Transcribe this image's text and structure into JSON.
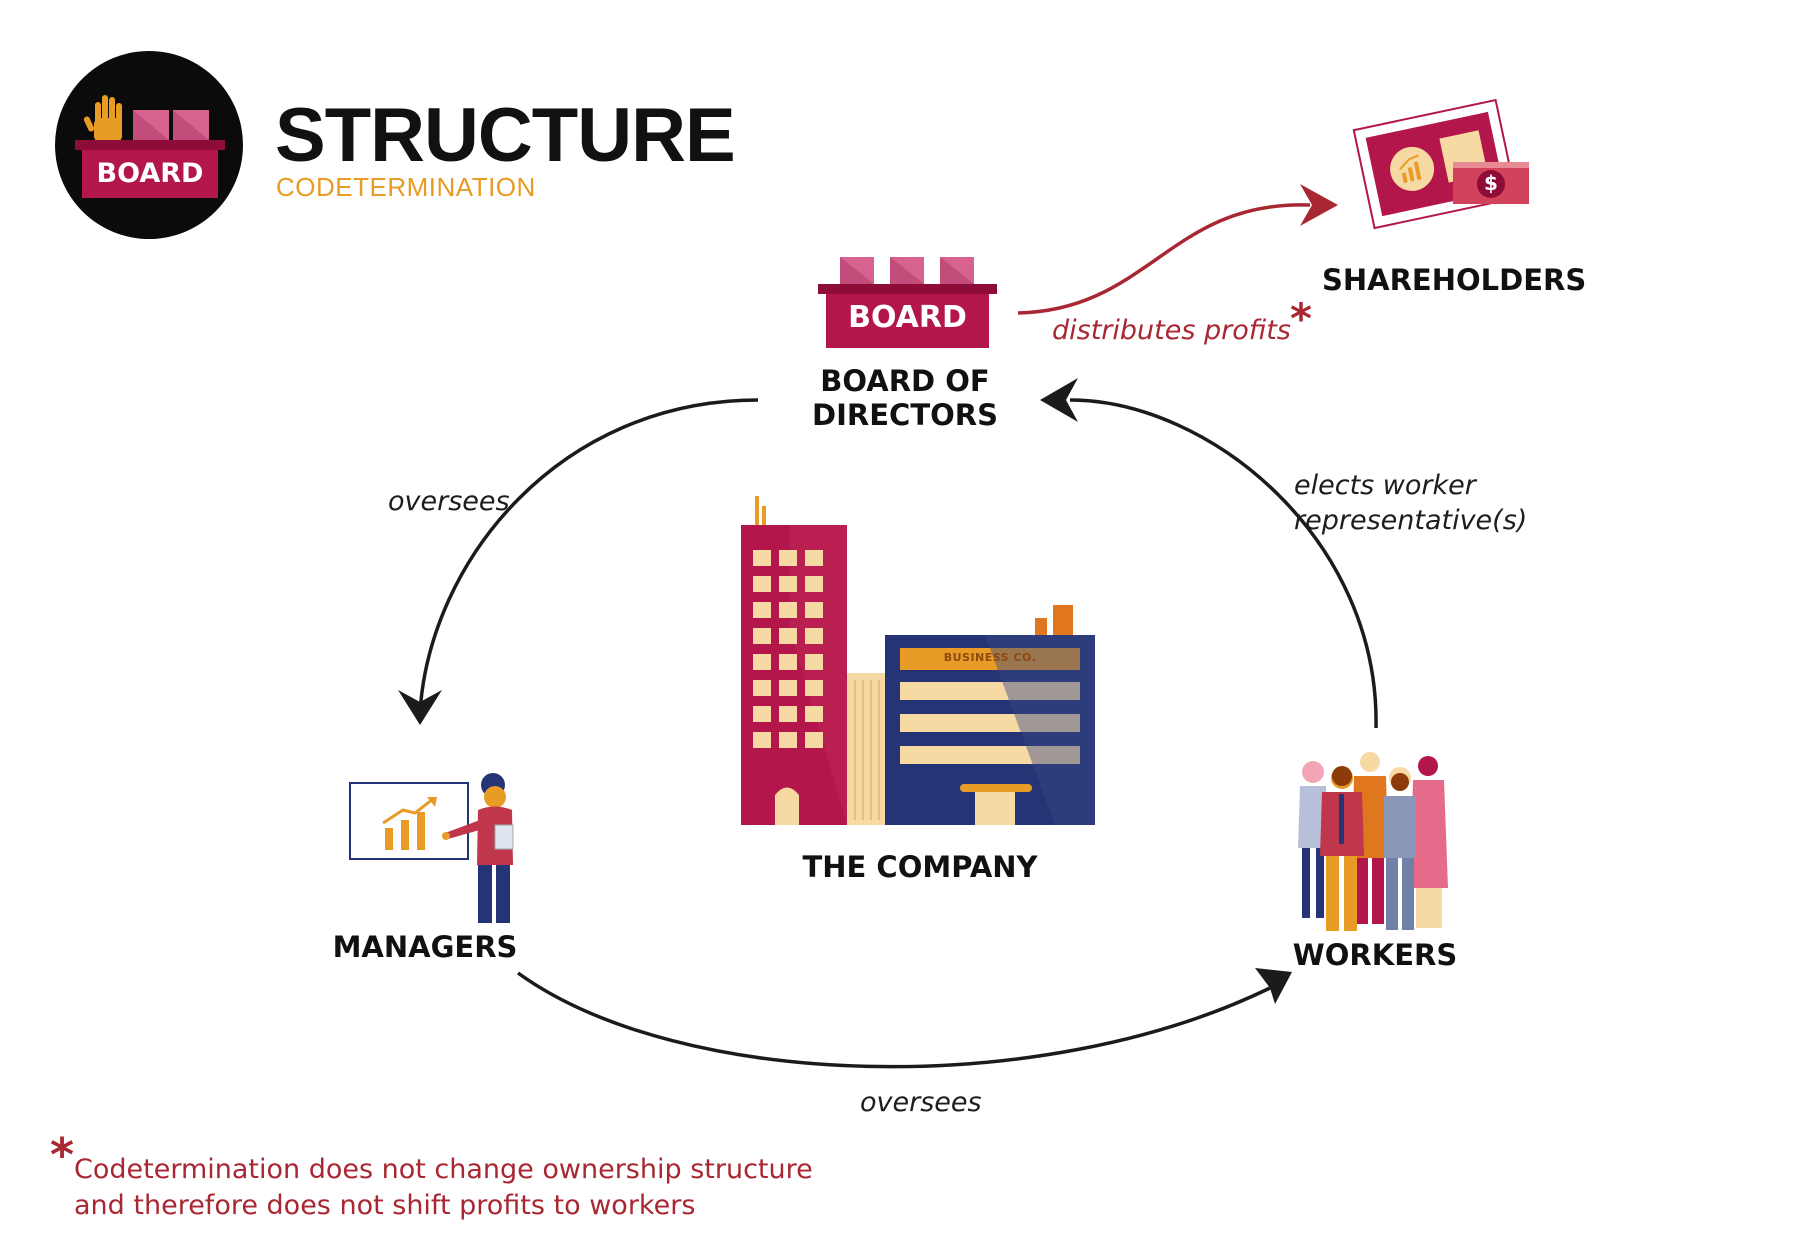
{
  "header": {
    "badge_label": "BOARD",
    "title": "STRUCTURE",
    "subtitle": "CODETERMINATION"
  },
  "nodes": {
    "board": {
      "icon_label": "BOARD",
      "label_line1": "BOARD OF",
      "label_line2": "DIRECTORS"
    },
    "shareholders": {
      "label": "SHAREHOLDERS"
    },
    "company": {
      "label": "THE COMPANY",
      "sign": "BUSINESS CO."
    },
    "managers": {
      "label": "MANAGERS"
    },
    "workers": {
      "label": "WORKERS"
    }
  },
  "edges": {
    "distributes": {
      "label": "distributes profits",
      "marker": "*"
    },
    "board_to_managers": {
      "label": "oversees"
    },
    "workers_to_board": {
      "label_line1": "elects worker",
      "label_line2": "representative(s)"
    },
    "managers_to_workers": {
      "label": "oversees"
    }
  },
  "footnote": {
    "marker": "*",
    "line1": "Codetermination does not change ownership structure",
    "line2": "and therefore does not shift profits to workers"
  },
  "icons": {
    "dollar": "$"
  },
  "colors": {
    "crimson": "#b3164b",
    "pink": "#d8628f",
    "navy": "#243474",
    "orange": "#e89b25",
    "red_text": "#a82732"
  }
}
